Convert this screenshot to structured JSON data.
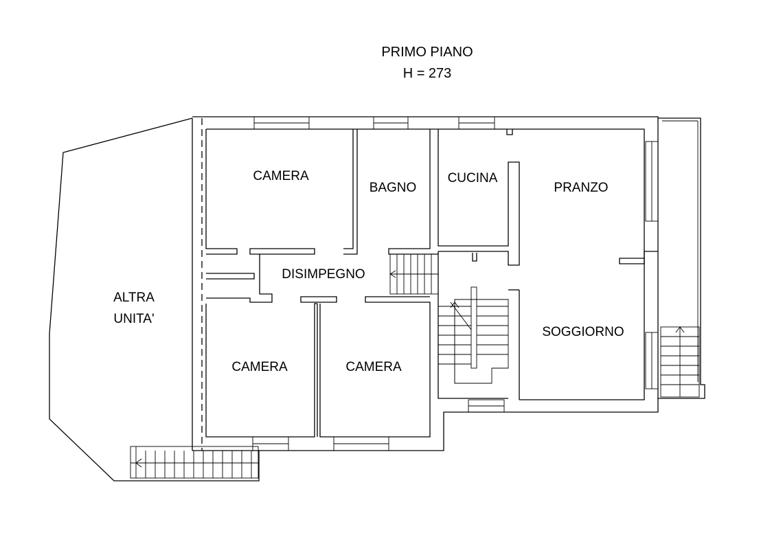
{
  "header": {
    "title": "PRIMO PIANO",
    "height": "H = 273"
  },
  "rooms": [
    {
      "key": "camera-1",
      "label": "CAMERA"
    },
    {
      "key": "bagno",
      "label": "BAGNO"
    },
    {
      "key": "cucina",
      "label": "CUCINA"
    },
    {
      "key": "pranzo",
      "label": "PRANZO"
    },
    {
      "key": "disimpegno",
      "label": "DISIMPEGNO"
    },
    {
      "key": "soggiorno",
      "label": "SOGGIORNO"
    },
    {
      "key": "camera-2",
      "label": "CAMERA"
    },
    {
      "key": "camera-3",
      "label": "CAMERA"
    }
  ],
  "adjacent": {
    "line1": "ALTRA",
    "line2": "UNITA'"
  },
  "colors": {
    "line": "#000000",
    "background": "#ffffff"
  }
}
